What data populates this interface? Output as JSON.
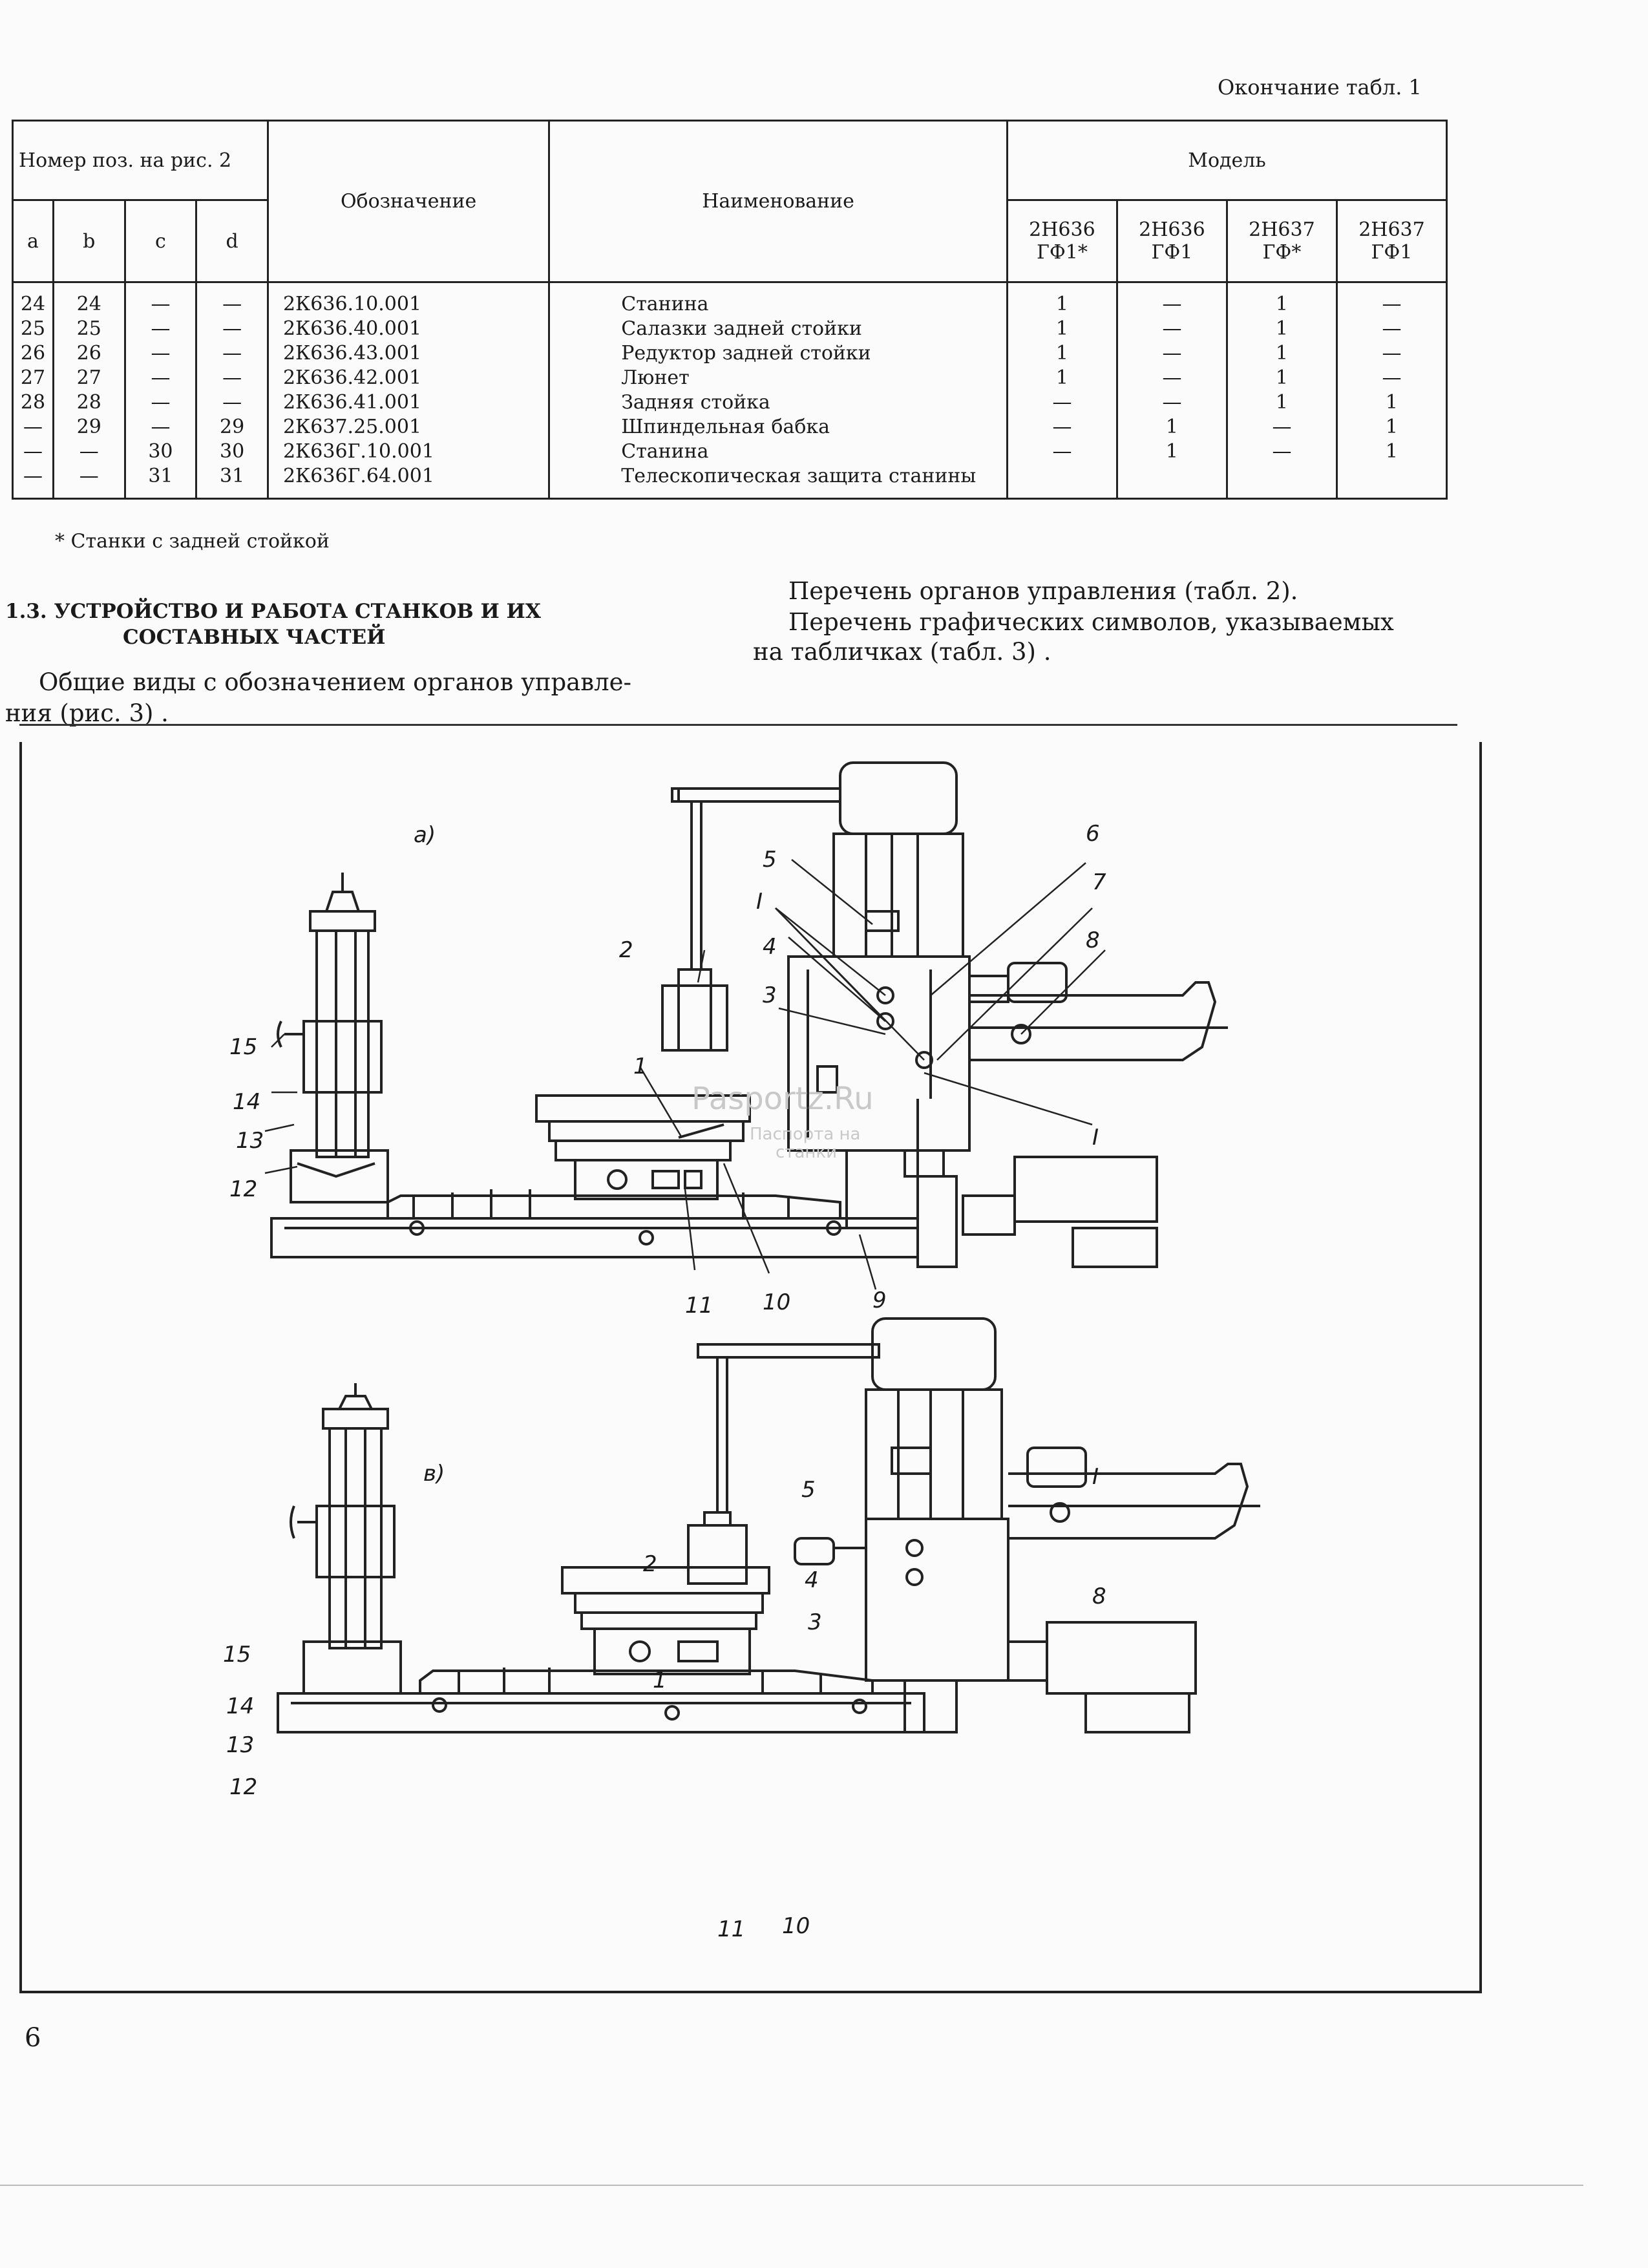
{
  "table_note": "Окончание табл. 1",
  "table": {
    "header": {
      "pos_group": "Номер поз. на рис. 2",
      "pos_cols": [
        "a",
        "b",
        "c",
        "d"
      ],
      "designation": "Обозначение",
      "name": "Наименование",
      "model": "Модель",
      "models": [
        "2Н636 ГФ1*",
        "2Н636 ГФ1",
        "2Н637 ГФ*",
        "2Н637 ГФ1"
      ]
    },
    "rows": [
      {
        "a": "24",
        "b": "24",
        "c": "—",
        "d": "—",
        "code": "2К636.10.001",
        "name": "Станина",
        "m": [
          "1",
          "—",
          "1",
          "—"
        ]
      },
      {
        "a": "25",
        "b": "25",
        "c": "—",
        "d": "—",
        "code": "2К636.40.001",
        "name": "Салазки задней стойки",
        "m": [
          "1",
          "—",
          "1",
          "—"
        ]
      },
      {
        "a": "26",
        "b": "26",
        "c": "—",
        "d": "—",
        "code": "2К636.43.001",
        "name": "Редуктор задней стойки",
        "m": [
          "1",
          "—",
          "1",
          "—"
        ]
      },
      {
        "a": "27",
        "b": "27",
        "c": "—",
        "d": "—",
        "code": "2К636.42.001",
        "name": "Люнет",
        "m": [
          "1",
          "—",
          "1",
          "—"
        ]
      },
      {
        "a": "28",
        "b": "28",
        "c": "—",
        "d": "—",
        "code": "2К636.41.001",
        "name": "Задняя стойка",
        "m": [
          "—",
          "—",
          "1",
          "1"
        ]
      },
      {
        "a": "—",
        "b": "29",
        "c": "—",
        "d": "29",
        "code": "2К637.25.001",
        "name": "Шпиндельная бабка",
        "m": [
          "—",
          "1",
          "—",
          "1"
        ]
      },
      {
        "a": "—",
        "b": "—",
        "c": "30",
        "d": "30",
        "code": "2К636Г.10.001",
        "name": "Станина",
        "m": [
          "—",
          "1",
          "—",
          "1"
        ]
      },
      {
        "a": "—",
        "b": "—",
        "c": "31",
        "d": "31",
        "code": "2К636Г.64.001",
        "name": "Телескопическая защита станины",
        "m": [
          "",
          "",
          "",
          ""
        ]
      }
    ]
  },
  "footnote": "* Станки с задней стойкой",
  "section": {
    "heading_line1": "1.3. УСТРОЙСТВО И РАБОТА СТАНКОВ И ИХ",
    "heading_line2": "СОСТАВНЫХ ЧАСТЕЙ",
    "left_para_line1": "Общие виды с обозначением органов управле-",
    "left_para_line2": "ния (рис. 3) .",
    "right_line1": "Перечень органов управления (табл. 2).",
    "right_line2": "Перечень графических символов, указываемых",
    "right_line3": "на табличках (табл. 3) ."
  },
  "figure": {
    "view_a": "а)",
    "view_b": "в)",
    "watermark_main": "Pasportz.Ru",
    "watermark_sub1": "Паспорта на",
    "watermark_sub2": "станки",
    "labels_a": [
      "1",
      "2",
      "3",
      "4",
      "5",
      "6",
      "7",
      "8",
      "9",
      "10",
      "11",
      "12",
      "13",
      "14",
      "15",
      "I",
      "I"
    ],
    "labels_b": [
      "1",
      "2",
      "3",
      "4",
      "5",
      "8",
      "10",
      "11",
      "12",
      "13",
      "14",
      "15",
      "I"
    ]
  },
  "page_number": "6"
}
